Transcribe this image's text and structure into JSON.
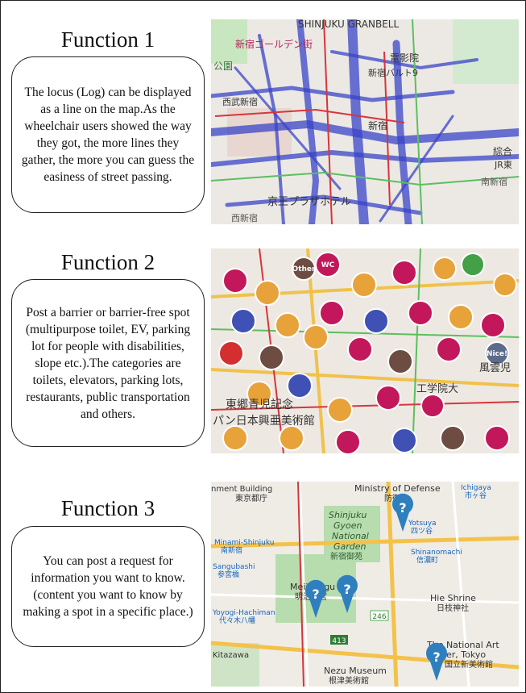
{
  "functions": [
    {
      "title": "Function 1",
      "description": "The locus (Log) can be displayed as a line on the map.As the wheelchair users showed the way they got, the more lines they gather, the more you can guess the easiness of street passing."
    },
    {
      "title": "Function 2",
      "description": "Post a barrier or barrier-free spot (multipurpose toilet, EV, parking lot for people with disabilities, slope etc.).The categories are toilets, elevators, parking lots, restaurants, public transportation and others."
    },
    {
      "title": "Function 3",
      "description": "You can post a request for information you want to know.(content you want to know by making a spot in a specific place.)"
    }
  ],
  "map1": {
    "labels": [
      "SHINJUKU GRANBELL",
      "新宿ゴールデン街",
      "公園",
      "西武新宿",
      "新宿バルト9",
      "電影院",
      "新宿",
      "綜合",
      "JR東",
      "南新宿",
      "京王プラザホテル",
      "西新宿"
    ]
  },
  "map2": {
    "labels": [
      "東郷青児記念",
      "パン日本興亜美術館",
      "風雲児",
      "工学院大"
    ],
    "pin_texts": [
      "WC",
      "Other",
      "Nice!"
    ]
  },
  "map3": {
    "labels": [
      "nment Building",
      "東京都庁",
      "Ministry of Defense",
      "防衛省",
      "Shinjuku",
      "Gyoen",
      "National",
      "Garden",
      "新宿御苑",
      "Minami-Shinjuku",
      "南新宿",
      "Sangubashi",
      "参宮橋",
      "Shinanomachi",
      "信濃町",
      "Meiji Jingu",
      "明治神宮",
      "Yoyogi-Hachiman",
      "代々木八幡",
      "Hie Shrine",
      "日枝神社",
      "Kitazawa",
      "The National Art",
      "er, Tokyo",
      "国立新美術館",
      "Nezu Museum",
      "根津美術館",
      "Yotsuya",
      "四ツ谷",
      "Ichigaya",
      "市ヶ谷",
      "246",
      "413",
      "?"
    ]
  }
}
